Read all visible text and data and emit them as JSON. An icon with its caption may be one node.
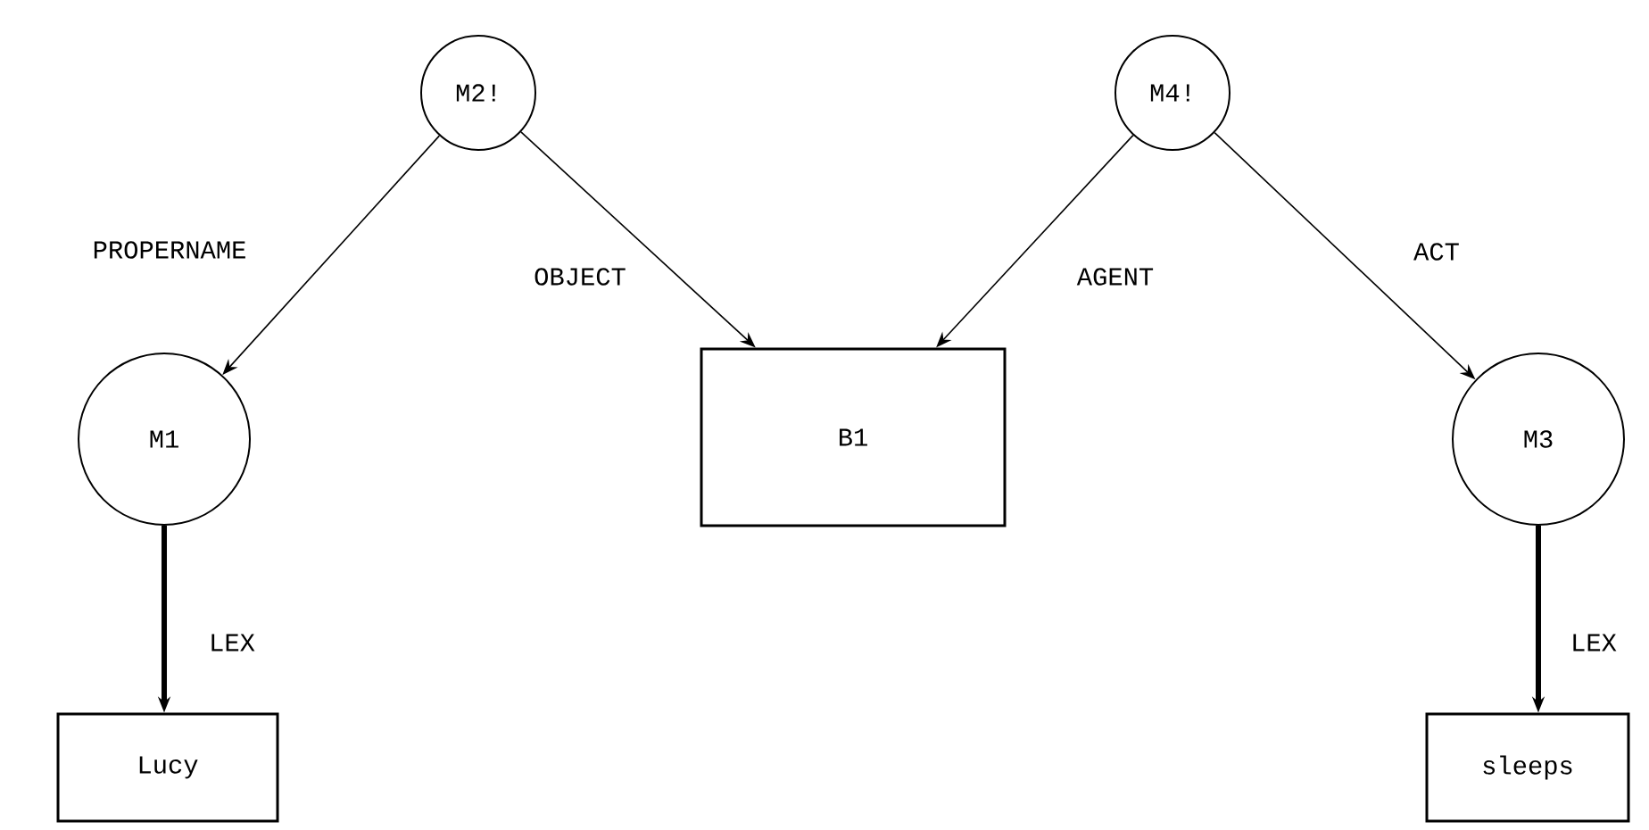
{
  "diagram": {
    "nodes": [
      {
        "text": [
          "M2!"
        ]
      },
      {
        "text": [
          "M4!"
        ]
      },
      {
        "text": [
          "M1"
        ]
      },
      {
        "text": [
          "B1"
        ]
      },
      {
        "text": [
          "M3"
        ]
      },
      {
        "text": [
          "Lucy"
        ]
      },
      {
        "text": [
          "sleeps"
        ]
      }
    ],
    "edges": [
      {
        "from": 0,
        "to": 2,
        "arrow": "to",
        "label": "PROPERNAME"
      },
      {
        "from": 0,
        "to": 3,
        "arrow": "to",
        "label": "OBJECT"
      },
      {
        "from": 1,
        "to": 3,
        "arrow": "to",
        "label": "AGENT"
      },
      {
        "from": 1,
        "to": 4,
        "arrow": "to",
        "label": "ACT"
      },
      {
        "from": 2,
        "to": 5,
        "arrow": "to",
        "label": "LEX",
        "style": "thick"
      },
      {
        "from": 4,
        "to": 6,
        "arrow": "to",
        "label": "LEX",
        "style": "thick"
      }
    ]
  }
}
